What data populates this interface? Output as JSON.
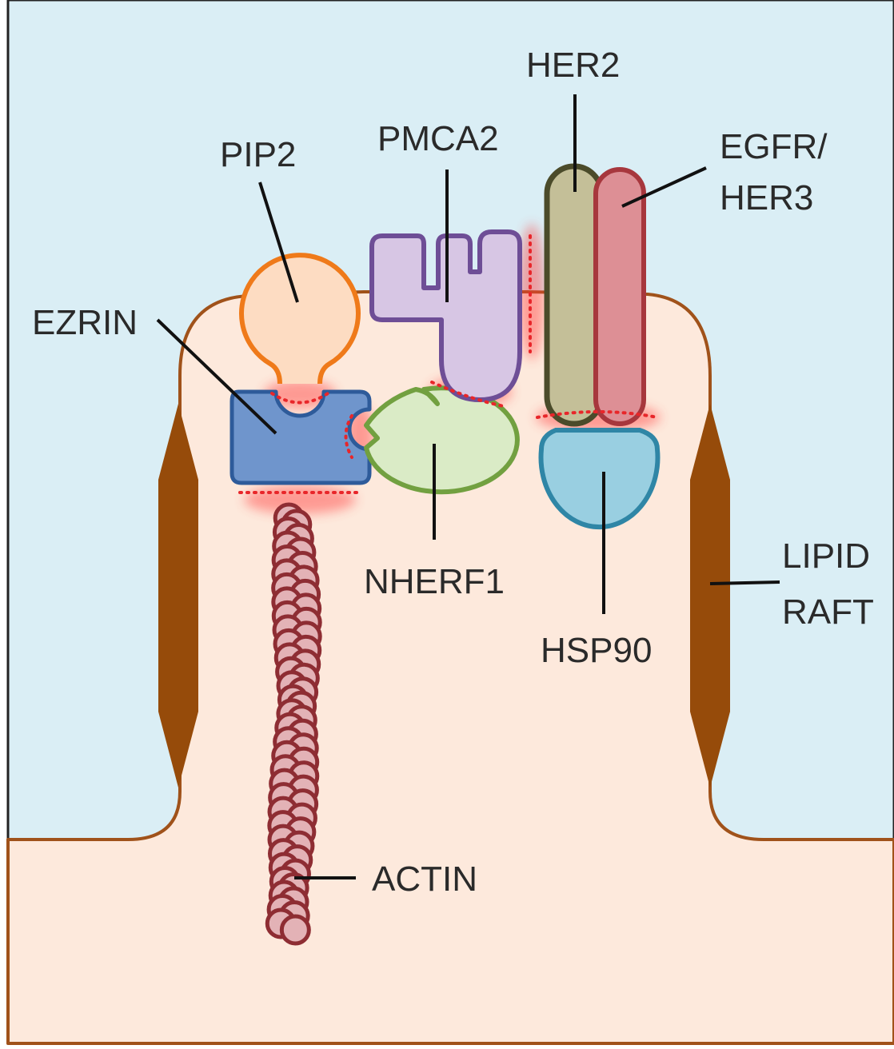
{
  "labels": {
    "her2": "HER2",
    "pmca2": "PMCA2",
    "pip2": "PIP2",
    "egfr_her3_line1": "EGFR/",
    "egfr_her3_line2": "HER3",
    "ezrin": "EZRIN",
    "nherf1": "NHERF1",
    "lipid_raft_line1": "LIPID",
    "lipid_raft_line2": "RAFT",
    "hsp90": "HSP90",
    "actin": "ACTIN"
  },
  "colors": {
    "extracellular": "#daeef5",
    "cytoplasm": "#fde9dc",
    "membrane": "#a0521a",
    "lipid_raft": "#964b0a",
    "pip2_fill": "#fddcc2",
    "pip2_stroke": "#ef7a1a",
    "ezrin_fill": "#6f95cc",
    "ezrin_stroke": "#2e5b9a",
    "pmca2_fill": "#d7c6e4",
    "pmca2_stroke": "#6e4e96",
    "nherf1_fill": "#daebc6",
    "nherf1_stroke": "#72a040",
    "her2_fill": "#c4bf98",
    "her2_stroke": "#4b4b2a",
    "egfr_fill": "#dd8f95",
    "egfr_stroke": "#a7373d",
    "hsp90_fill": "#99cfe1",
    "hsp90_stroke": "#2f86a6",
    "actin_fill": "#e3b2b6",
    "actin_stroke": "#8e2d33",
    "interaction": "#e8262a"
  }
}
